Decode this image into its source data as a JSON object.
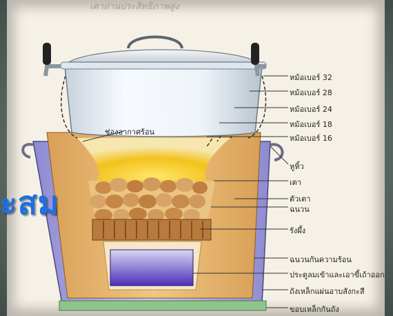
{
  "title": "เตาถ่านประสิทธิภาพสูง",
  "side_text": "ะสม",
  "labels": {
    "hot_air_gap": "ช่องอากาศร้อน",
    "pot_32": "หม้อเบอร์ 32",
    "pot_28": "หม้อเบอร์ 28",
    "pot_24": "หม้อเบอร์ 24",
    "pot_18": "หม้อเบอร์ 18",
    "pot_16": "หม้อเบอร์ 16",
    "handle": "หูหิ้ว",
    "stove": "เตา",
    "stove_body": "ตัวเตา",
    "insulation": "ฉนวน",
    "grate": "รังผึ้ง",
    "heat_insulation": "ฉนวนกันความร้อน",
    "air_door": "ประตูลมเข้าและเอาขี้เถ้าออก",
    "bucket": "ถังเหล็กแผ่นอาบสังกะสี",
    "base_ring": "ขอบเหล็กกันถัง"
  },
  "colors": {
    "pot": "#eef3f8",
    "flame": "#f3c21a",
    "stove_body": "#e7b56a",
    "bucket": "#a9a6dc",
    "side_text": "#1e6fe0"
  }
}
